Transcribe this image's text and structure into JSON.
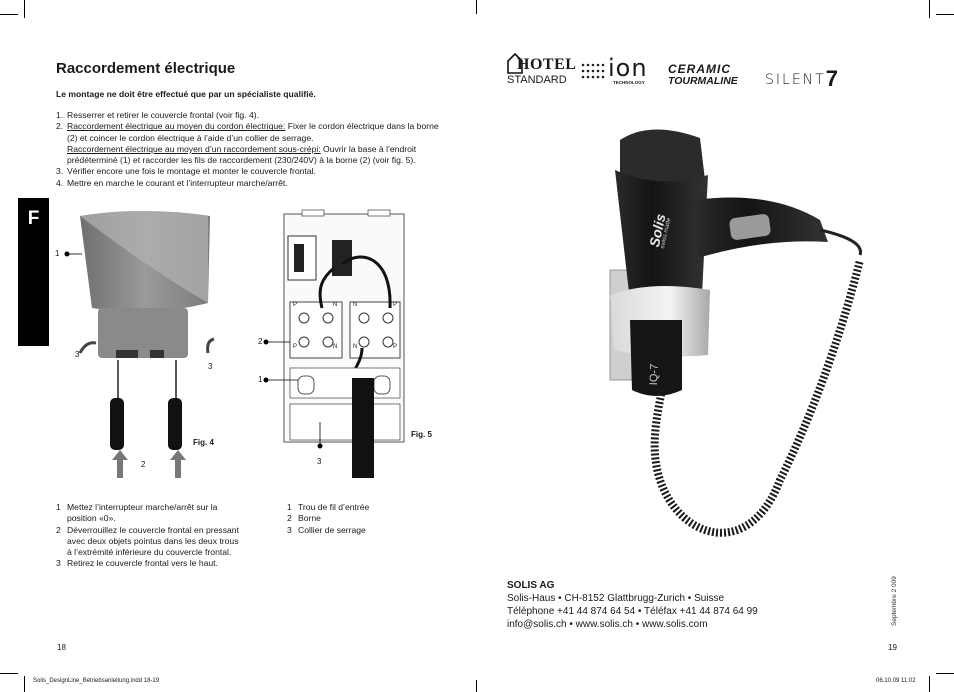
{
  "left_page": {
    "title": "Raccordement électrique",
    "warning": "Le montage ne doit être effectué que par un spécialiste qualifié.",
    "steps": [
      {
        "n": "1.",
        "text": "Resserrer et retirer le couvercle frontal (voir fig. 4)."
      },
      {
        "n": "2.",
        "u1": "Raccordement électrique au moyen du cordon électrique:",
        "t1": " Fixer le cordon électrique dans la borne (2) et coincer le cordon électrique à l’aide d’un collier de serrage.",
        "u2": "Raccordement électrique au moyen d’un raccordement sous-crépi:",
        "t2": " Ouvrir la base à l’endroit prédéterminé (1) et raccorder les fils de raccordement (230/240V) à la borne (2) (voir fig. 5)."
      },
      {
        "n": "3.",
        "text": "Vérifier encore une fois le montage et monter le couvercle frontal."
      },
      {
        "n": "4.",
        "text": "Mettre en marche le courant et l’interrupteur marche/arrêt."
      }
    ],
    "section_tab": "F",
    "fig4": {
      "caption": "Fig. 4",
      "callouts": [
        "1",
        "3",
        "3",
        "2"
      ],
      "legend": [
        {
          "n": "1",
          "text": "Mettez l’interrupteur marche/arrêt sur la position «0»."
        },
        {
          "n": "2",
          "text": "Déverrouillez le couvercle frontal en pressant avec deux objets pointus dans les deux trous à l’extrémité inférieure du couvercle frontal."
        },
        {
          "n": "3",
          "text": "Retirez le couvercle frontal vers le haut."
        }
      ]
    },
    "fig5": {
      "caption": "Fig. 5",
      "callouts": [
        "2",
        "1",
        "3"
      ],
      "terminal_labels": [
        "P",
        "N",
        "N",
        "P",
        "P",
        "N",
        "N",
        "P"
      ],
      "legend": [
        {
          "n": "1",
          "text": "Trou de fil d’entrée"
        },
        {
          "n": "2",
          "text": "Borne"
        },
        {
          "n": "3",
          "text": "Collier de serrage"
        }
      ]
    },
    "page_number": "18"
  },
  "right_page": {
    "logos": {
      "hotel_top": "HOTEL",
      "hotel_bottom": "STANDARD",
      "ion": "ion",
      "ion_sub": "TECHNOLOGY",
      "ceramic": "CERAMIC",
      "tourmaline": "TOURMALINE",
      "silent": "SILENT",
      "silent_num": "7"
    },
    "product": {
      "brand": "Solis",
      "brand_sub": "swiss made",
      "model": "IQ-7"
    },
    "company": {
      "name": "SOLIS AG",
      "line1": "Solis-Haus • CH-8152 Glattbrugg-Zurich • Suisse",
      "line2": "Téléphone +41 44 874 64 54 • Téléfax +41 44 874 64 99",
      "line3": "info@solis.ch • www.solis.ch • www.solis.com"
    },
    "date_note": "Septembre 2 009",
    "page_number": "19"
  },
  "footer": {
    "file": "Solis_DesignLine_Betriebsanleitung.indd   18-19",
    "stamp": "06.10.09   11:02"
  },
  "colors": {
    "tab": "#000000",
    "text": "#1a1a1a",
    "device_grey": "#8c8c8c",
    "dryer_black": "#1c1c1c",
    "holder_silver": "#c8c8c8"
  }
}
